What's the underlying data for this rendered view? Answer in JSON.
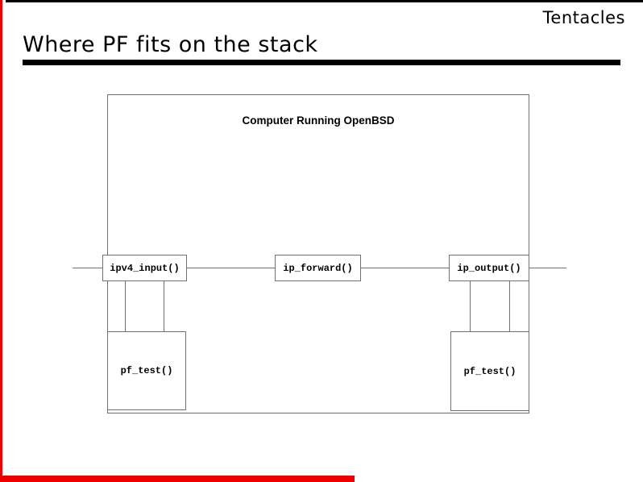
{
  "page": {
    "brand": "Tentacles",
    "title": "Where PF fits on the stack"
  },
  "diagram": {
    "container_label": "Computer Running OpenBSD",
    "nodes": {
      "ipv4_input": "ipv4_input()",
      "ip_forward": "ip_forward()",
      "ip_output": "ip_output()",
      "pf_test_left": "pf_test()",
      "pf_test_right": "pf_test()"
    }
  },
  "colors": {
    "accent_red": "#ee0000",
    "line_gray": "#707070",
    "text_black": "#000000"
  }
}
